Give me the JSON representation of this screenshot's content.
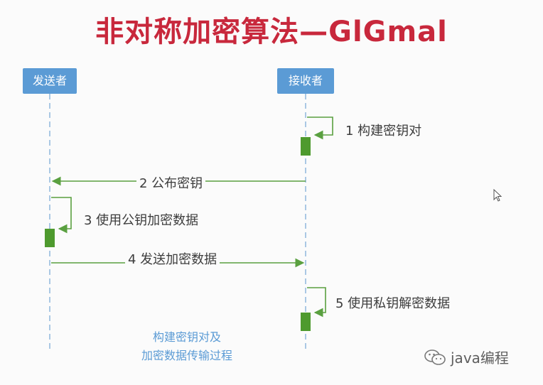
{
  "title": "非对称加密算法—GlGmal",
  "actors": {
    "sender": "发送者",
    "receiver": "接收者"
  },
  "steps": [
    {
      "label": "1 构建密钥对"
    },
    {
      "label": "2 公布密钥"
    },
    {
      "label": "3 使用公钥加密数据"
    },
    {
      "label": "4 发送加密数据"
    },
    {
      "label": "5 使用私钥解密数据"
    }
  ],
  "caption": {
    "line1": "构建密钥对及",
    "line2": "加密数据传输过程"
  },
  "watermark": {
    "text": "java编程",
    "icon": "wechat-icon"
  },
  "colors": {
    "title": "#c8283c",
    "actor": "#5b9bd5",
    "flow": "#5aa040",
    "activation": "#4e9a2e",
    "lifeline": "#8fb8dc"
  }
}
